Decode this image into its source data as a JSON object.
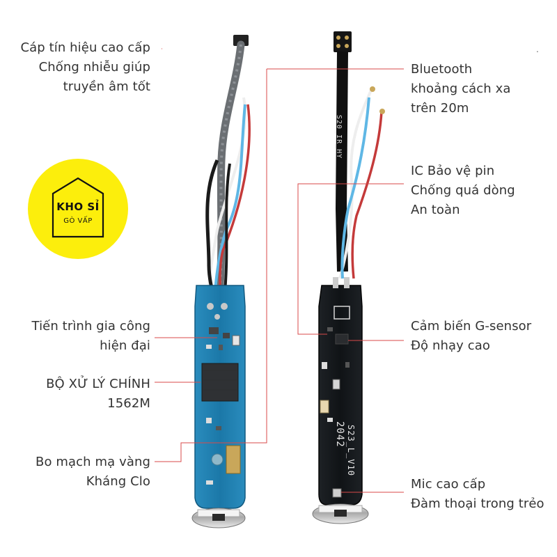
{
  "logo": {
    "line1": "KHO SỈ",
    "line2": "GÒ VẤP"
  },
  "callouts_left": [
    {
      "lines": [
        "Cáp tín hiệu cao cấp",
        "Chống nhiễu giúp",
        "truyền âm tốt"
      ]
    },
    {
      "lines": [
        "Tiến trình gia công",
        "hiện đại"
      ]
    },
    {
      "lines": [
        "BỘ XỬ LÝ CHÍNH",
        "1562M"
      ]
    },
    {
      "lines": [
        "Bo mạch mạ vàng",
        "Kháng Clo"
      ]
    }
  ],
  "callouts_right": [
    {
      "lines": [
        "Bluetooth",
        "khoảng cách xa",
        "trên 20m"
      ]
    },
    {
      "lines": [
        "IC Bảo vệ pin",
        "Chống quá dòng",
        "An toàn"
      ]
    },
    {
      "lines": [
        "Cảm biến G-sensor",
        "Độ nhạy cao"
      ]
    },
    {
      "lines": [
        "Mic cao cấp",
        "Đàm thoại trong trẻo"
      ]
    }
  ],
  "pcb_markings": {
    "flex_print": "S20_IR_HY",
    "board_model": "S23_L_V10",
    "board_date": "2042"
  },
  "colors": {
    "leader_line": "#d94a4a",
    "logo_yellow": "#fcee0c",
    "blue_pcb": "#1f7fb0",
    "black_pcb": "#16191c"
  }
}
